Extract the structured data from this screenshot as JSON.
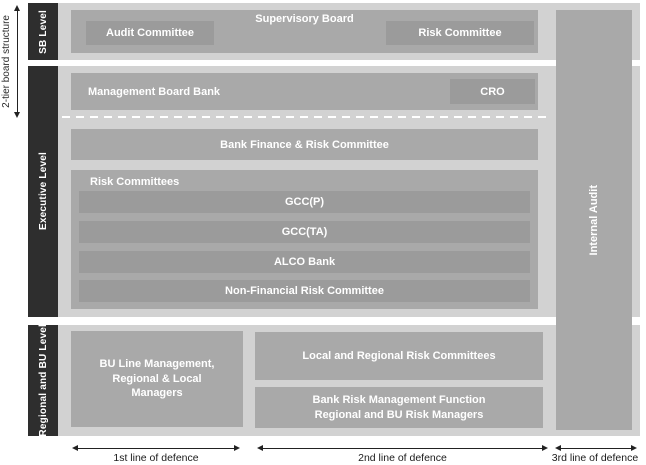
{
  "axis": {
    "left_label": "2-tier board structure"
  },
  "levels": [
    {
      "id": "sb",
      "label": "SB Level"
    },
    {
      "id": "executive",
      "label": "Executive Level"
    },
    {
      "id": "regional",
      "label": "Regional and BU Level"
    }
  ],
  "sb": {
    "board": "Supervisory Board",
    "audit_committee": "Audit Committee",
    "risk_committee": "Risk Committee"
  },
  "executive": {
    "management_board": "Management Board Bank",
    "cro": "CRO",
    "bank_finance": "Bank Finance & Risk Committee",
    "risk_committees_label": "Risk Committees",
    "committees": [
      "GCC(P)",
      "GCC(TA)",
      "ALCO Bank",
      "Non-Financial Risk Committee"
    ]
  },
  "regional": {
    "bu_line": "BU Line Management,\nRegional & Local\nManagers",
    "local_committees": "Local and Regional Risk Committees",
    "bank_risk": "Bank Risk Management Function\nRegional and BU Risk Managers"
  },
  "internal_audit": {
    "label": "Internal Audit"
  },
  "defence_lines": [
    {
      "label": "1st line of defence"
    },
    {
      "label": "2nd line of defence"
    },
    {
      "label": "3rd line of defence"
    }
  ],
  "colors": {
    "panel": "#d2d2d2",
    "box_medium": "#a9a9a9",
    "box_dark": "#9b9b9b",
    "level_bar": "#2e2e2e",
    "text_on_box": "#ffffff",
    "axis_text": "#1a1a1a"
  }
}
